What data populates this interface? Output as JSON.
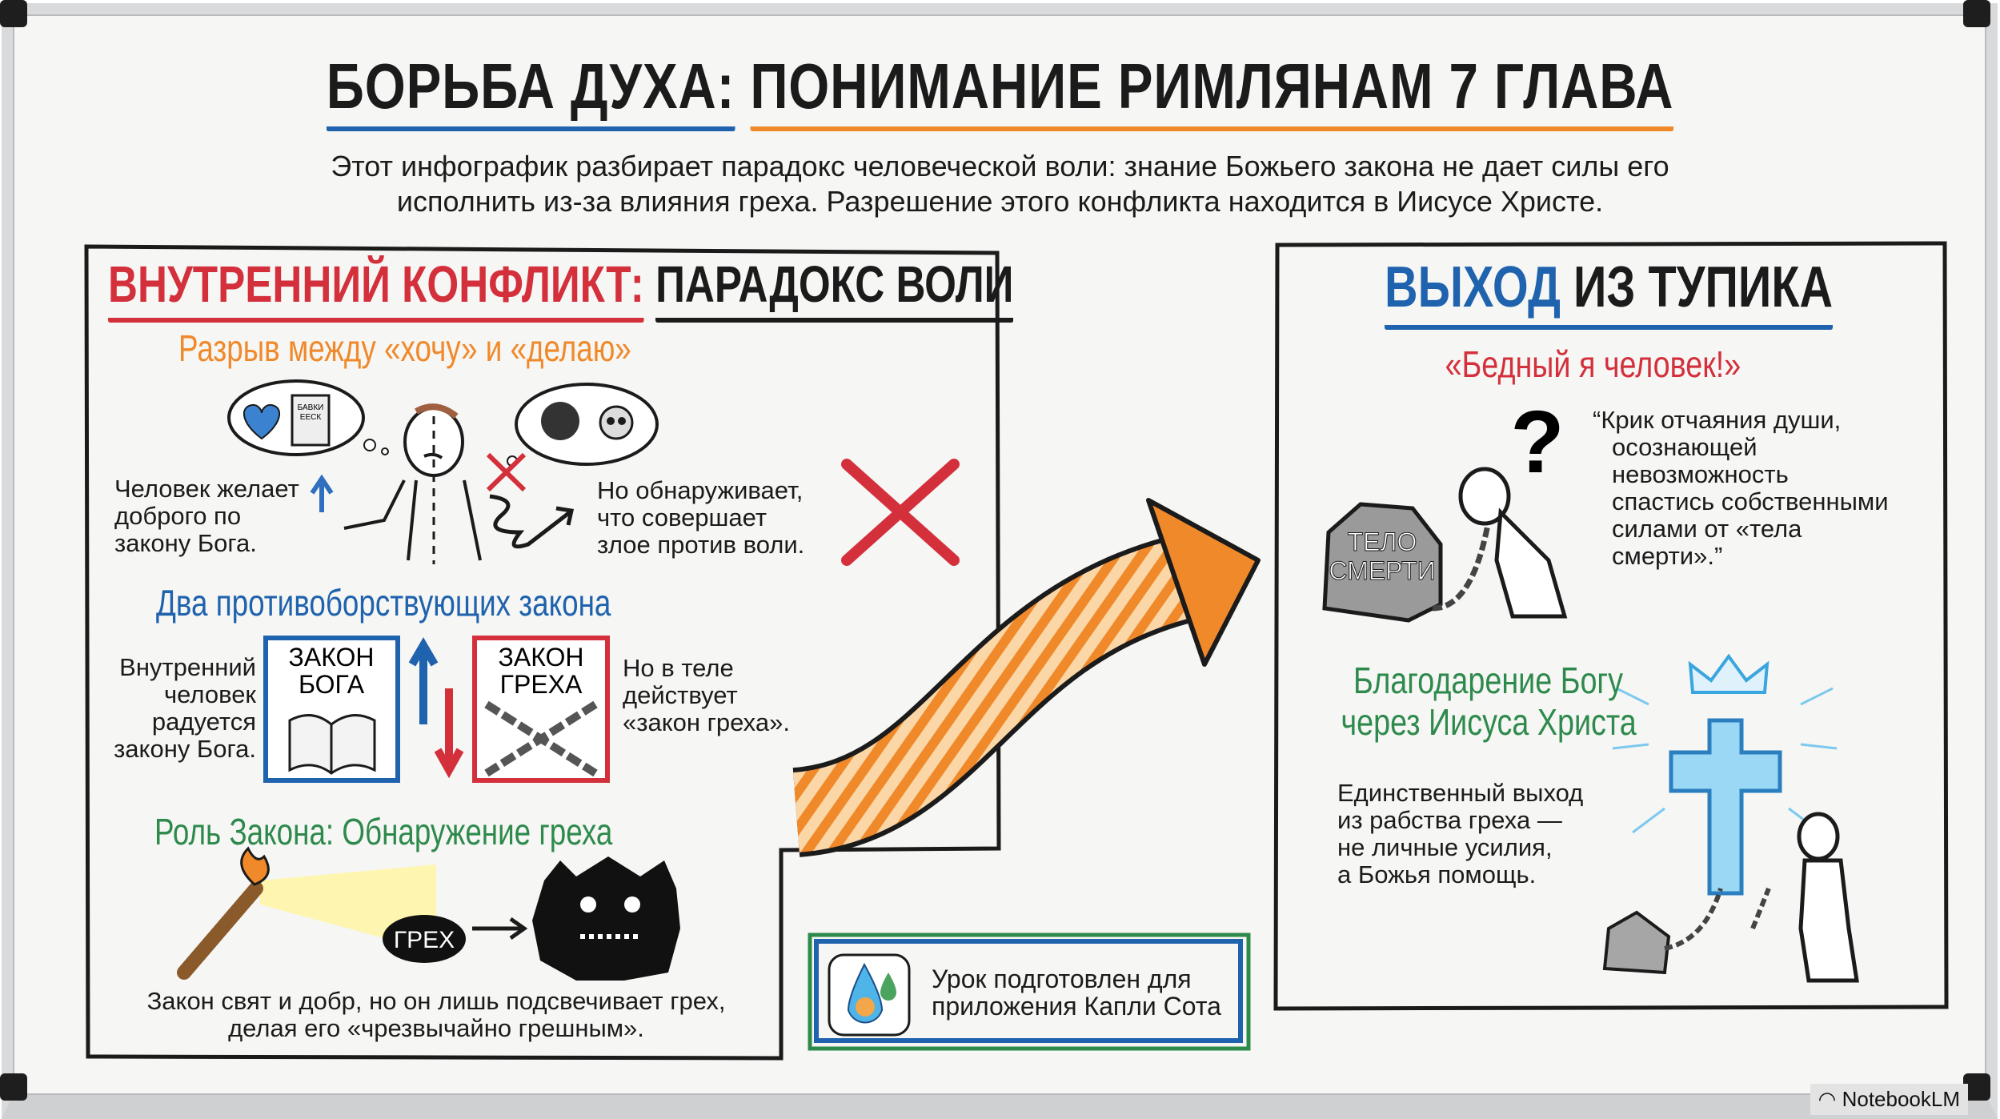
{
  "title": {
    "part1": "БОРЬБА ДУХА:",
    "part2": "ПОНИМАНИЕ РИМЛЯНАМ 7 ГЛАВА"
  },
  "subtitle": [
    "Этот инфографик разбирает парадокс человеческой воли: знание Божьего закона не дает силы его",
    "исполнить из-за влияния греха. Разрешение этого конфликта находится в Иисусе Христе."
  ],
  "left_panel": {
    "heading_red": "ВНУТРЕННИЙ КОНФЛИКТ:",
    "heading_black": "ПАРАДОКС ВОЛИ",
    "gap": {
      "title": "Разрыв между «хочу» и «делаю»",
      "book_label": [
        "БАВКИ",
        "ЕЕСК"
      ],
      "left_text": [
        "Человек желает",
        "доброго по",
        "закону Бога."
      ],
      "right_text": [
        "Но обнаруживает,",
        "что совершает",
        "злое против воли."
      ]
    },
    "laws": {
      "title": "Два противоборствующих закона",
      "left_text": [
        "Внутренний",
        "человек",
        "радуется",
        "закону Бога."
      ],
      "law_god": [
        "ЗАКОН",
        "БОГА"
      ],
      "law_sin": [
        "ЗАКОН",
        "ГРЕХА"
      ],
      "right_text": [
        "Но в теле",
        "действует",
        "«закон греха»."
      ]
    },
    "role": {
      "title": "Роль Закона: Обнаружение греха",
      "sin_label": "ГРЕХ",
      "caption": [
        "Закон свят и добр, но он лишь подсвечивает грех,",
        "делая его «чрезвычайно грешным»."
      ]
    }
  },
  "right_panel": {
    "heading_blue": "ВЫХОД",
    "heading_black": "ИЗ ТУПИКА",
    "cry": {
      "title": "«Бедный я человек!»",
      "question_mark": "?",
      "rock_label": [
        "ТЕЛО",
        "СМЕРТИ"
      ],
      "quote": [
        "“Крик отчаяния души,",
        "осознающей",
        "невозможность",
        "спастись собственными",
        "силами от «тела",
        "смерти».”"
      ]
    },
    "thanks": {
      "title": [
        "Благодарение Богу",
        "через Иисуса Христа"
      ],
      "text": [
        "Единственный выход",
        "из рабства греха —",
        "не личные усилия,",
        "а Божья помощь."
      ]
    }
  },
  "badge": {
    "lines": [
      "Урок подготовлен для",
      "приложения Капли Сота"
    ]
  },
  "watermark": "NotebookLM",
  "colors": {
    "red": "#d3303c",
    "orange": "#f0892a",
    "blue": "#1f62ad",
    "green": "#2e8a4c",
    "ink": "#1b1b1b"
  }
}
